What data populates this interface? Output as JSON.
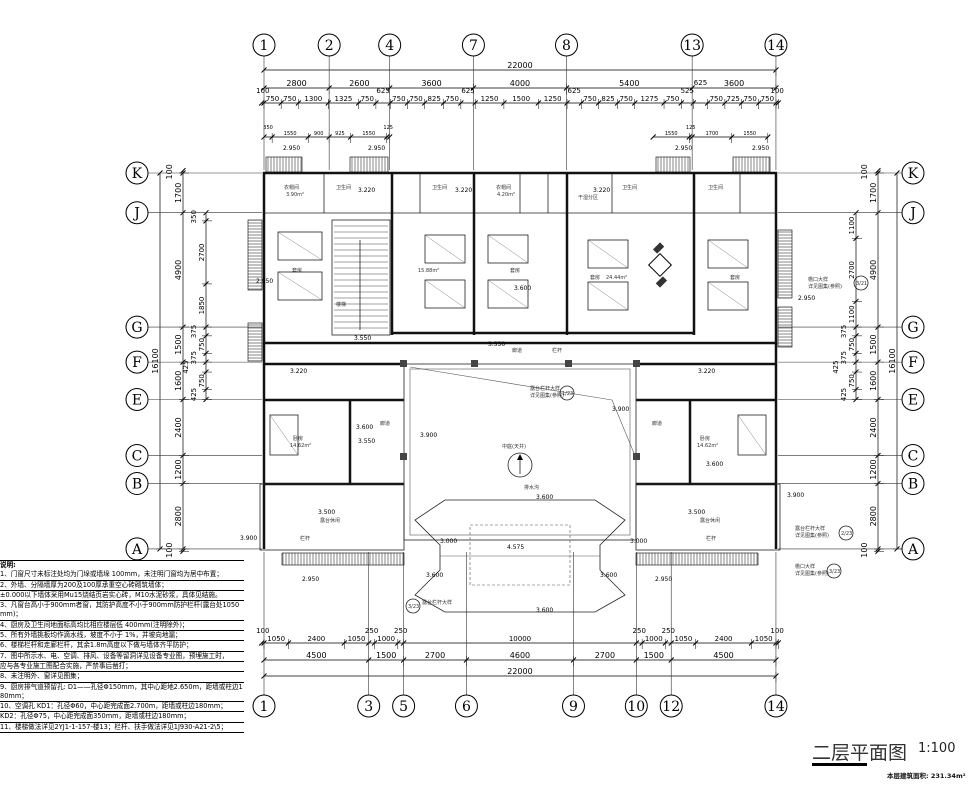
{
  "drawing": {
    "title": "二层平面图",
    "scale": "1:100",
    "area": "本层建筑面积: 231.34m²"
  },
  "axes": {
    "top": [
      "1",
      "2",
      "4",
      "7",
      "8",
      "13",
      "14"
    ],
    "top_spacings": [
      2800,
      2600,
      3600,
      4000,
      5400,
      3600
    ],
    "bottom": [
      "1",
      "3",
      "5",
      "6",
      "9",
      "10",
      "12",
      "14"
    ],
    "bottom_spacings": [
      4500,
      1500,
      2700,
      4600,
      2700,
      1500,
      4500
    ],
    "rows": [
      "K",
      "J",
      "G",
      "F",
      "E",
      "C",
      "B",
      "A"
    ],
    "row_spacings": [
      1700,
      4900,
      1500,
      1600,
      2400,
      1200,
      2800
    ]
  },
  "dimensions": {
    "total_width": "22000",
    "total_depth": "16100",
    "top_detail": [
      100,
      750,
      750,
      1300,
      1325,
      750,
      625,
      750,
      750,
      825,
      750,
      625,
      1250,
      1500,
      1250,
      625,
      750,
      825,
      750,
      1275,
      750,
      525,
      625,
      750,
      725,
      750,
      750,
      100
    ],
    "top_window_left": [
      350,
      1550,
      900,
      925,
      1550,
      125
    ],
    "top_window_right": [
      1550,
      125,
      1700,
      1550
    ],
    "bottom_detail": [
      100,
      1050,
      2400,
      1050,
      250,
      1000,
      250,
      10000,
      250,
      1000,
      250,
      1050,
      2400,
      1050,
      100
    ],
    "left_main": [
      100,
      1700,
      4900,
      1500,
      1600,
      2400,
      1200,
      2800,
      100
    ],
    "left_window": [
      350,
      2700,
      1850,
      375,
      750,
      375,
      425,
      750,
      425
    ],
    "right_main": [
      100,
      1700,
      4900,
      1500,
      1600,
      2400,
      1200,
      2800,
      100
    ],
    "right_window": [
      1100,
      2700,
      1100,
      375,
      750,
      375,
      425,
      750,
      425
    ]
  },
  "rooms": {
    "cloakroom": "衣帽间",
    "cloakroom_area": "3.90m²",
    "cloakroom2_area": "4.20m²",
    "bath": "卫生间",
    "suite": "套房",
    "suite_area_1": "15.88m²",
    "suite_area_2": "24.44m²",
    "stair": "楼梯",
    "corridor": "廊道",
    "railing": "栏杆",
    "courtyard": "中庭(天井)",
    "gutter": "排水沟",
    "bedroom": "卧房",
    "bedroom_area": "14.62m²",
    "terrace": "露台休闲",
    "dry_area": "干湿分区"
  },
  "levels": [
    "2.950",
    "3.220",
    "3.600",
    "3.550",
    "3.900",
    "3.500",
    "4.575",
    "3.000"
  ],
  "details": {
    "eave": "檐口大样",
    "eave_ref": "3/21",
    "terrace_rail": "露台栏杆大样",
    "terrace_ref": "2/23",
    "ref_3_23": "3/23",
    "ref_1_23": "1/23",
    "see_drawing": "详见图集(参照)"
  },
  "notes": [
    "说明:",
    "1、门窗尺寸未标注处均为门垛或墙垛 100mm，未注明门窗均为居中布置；",
    "2、外墙、分隔墙厚为200及100厚承重空心砖砌筑墙体；",
    "   ±0.000以下墙体采用Mu15烧结页岩实心砖，M10水泥砂浆，具体见结施。",
    "3、凡窗台高小于900mm者窗，其防护高度不小于900mm防护栏杆(露台处1050mm)；",
    "4、厨房及卫生间地面标高均比相应楼层低 400mm(注明除外)；",
    "5、所有外墙挑板均作滴水线，坡度不小于 1%，并坡向地漏；",
    "6、楼梯栏杆和走廊栏杆，其余1.8m高度以下做与墙体齐平防护；",
    "7、图中所示水、电、空调、排风、设备等留洞详见设备专业图，预埋施工时，",
    "   应与各专业施工图配合实施，严禁事后凿打；",
    "8、未注明外、窗详见图集；",
    "9、厨房排气道预留孔: D1——孔径Φ150mm，其中心距地2.650m，距墙或柱边180mm；",
    "10、空调孔 KD1：孔径Φ60，中心距完成面2.700m，距墙或柱边180mm；",
    "      KD2：孔径Φ75，中心距完成面350mm，距墙或柱边180mm；",
    "11、楼梯做法详见2YJ1-1-157-楼13；栏杆、扶手做法详见1J930-A21-2\\5；"
  ]
}
